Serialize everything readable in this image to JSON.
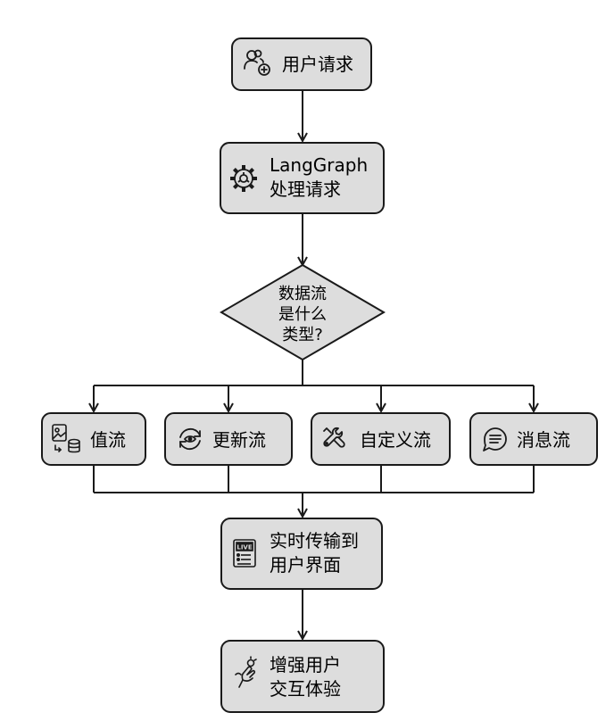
{
  "nodes": {
    "user_request": {
      "label": "用户请求",
      "icon": "user-add-icon"
    },
    "langgraph": {
      "line1": "LangGraph",
      "line2": "处理请求",
      "icon": "gear-icon"
    },
    "decision": {
      "line1": "数据流",
      "line2": "是什么",
      "line3": "类型?"
    },
    "value_stream": {
      "label": "值流",
      "icon": "image-database-icon"
    },
    "update_stream": {
      "label": "更新流",
      "icon": "refresh-eye-icon"
    },
    "custom_stream": {
      "label": "自定义流",
      "icon": "tools-icon"
    },
    "message_stream": {
      "label": "消息流",
      "icon": "chat-bubble-icon"
    },
    "realtime": {
      "line1": "实时传输到",
      "line2": "用户界面",
      "icon": "live-screen-icon"
    },
    "enhance": {
      "line1": "增强用户",
      "line2": "交互体验",
      "icon": "hand-gesture-icon"
    }
  },
  "colors": {
    "node_fill": "#dddddd",
    "stroke": "#1a1a1a"
  }
}
